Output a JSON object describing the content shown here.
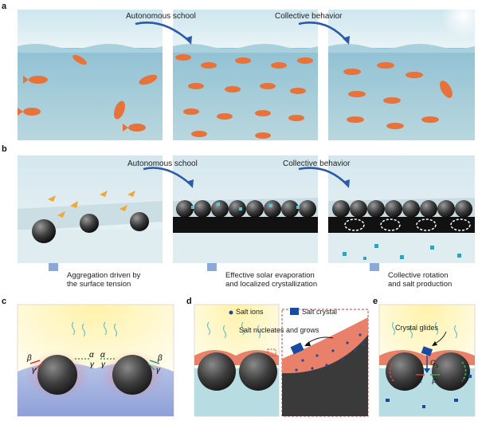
{
  "panel_labels": {
    "a": "a",
    "b": "b",
    "c": "c",
    "d": "d",
    "e": "e"
  },
  "row_a": {
    "arrow1_label": "Autonomous school",
    "arrow2_label": "Collective behavior"
  },
  "row_b": {
    "arrow1_label": "Autonomous school",
    "arrow2_label": "Collective behavior"
  },
  "captions": {
    "c_line1": "Aggregation driven by",
    "c_line2": "the surface tension",
    "d_line1": "Effective solar evaporation",
    "d_line2": "and localized crystallization",
    "e_line1": "Collective rotation",
    "e_line2": "and salt production"
  },
  "panel_c": {
    "beta1": "β",
    "gamma1": "γ",
    "alpha1": "α",
    "gamma2": "γ",
    "alpha2": "α",
    "gamma3": "γ",
    "beta2": "β",
    "gamma4": "γ"
  },
  "panel_d": {
    "legend_ions": "Salt ions",
    "legend_crystal": "Salt crystal",
    "annotation": "Salt nucleates and grows"
  },
  "panel_e": {
    "annotation": "Crystal glides",
    "g_label": "G",
    "g_sub": "s",
    "f_label": "F",
    "fprime_label": "F'"
  },
  "colors": {
    "water": "#8fc3d8",
    "fish": "#e8733a",
    "sphere": "#444444",
    "arrow": "#2a5aa8",
    "salt": "#1a4aa0",
    "tension": "#e05050"
  }
}
